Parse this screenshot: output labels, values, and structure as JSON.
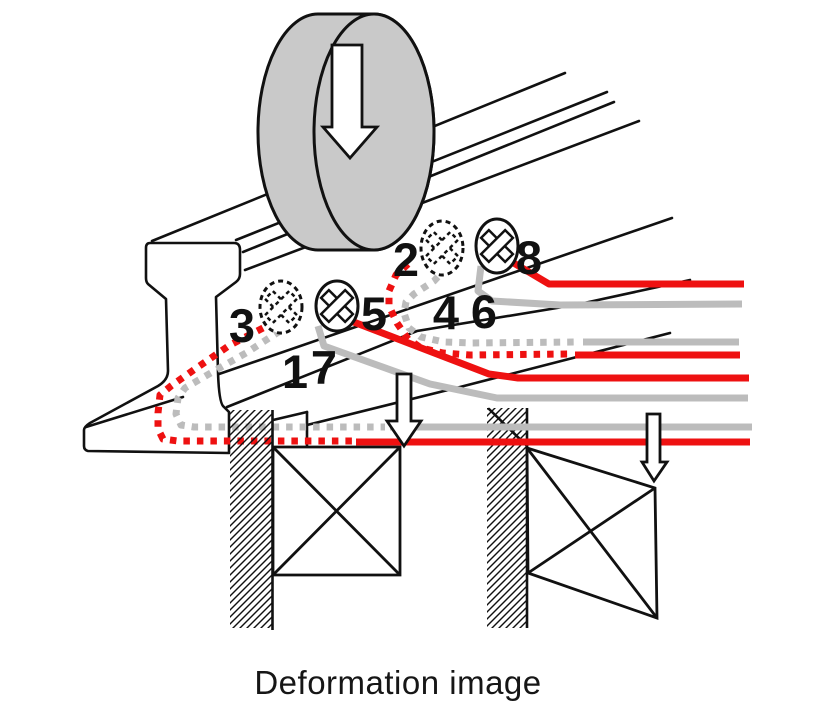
{
  "caption": "Deformation image",
  "points": {
    "p1": "1",
    "p2": "2",
    "p3": "3",
    "p4": "4",
    "p5": "5",
    "p6": "6",
    "p7": "7",
    "p8": "8"
  },
  "colors": {
    "red": "#ee1111",
    "gray": "#bcbcbc",
    "wheel_gray": "#c9c9c9",
    "ink": "#111111",
    "caption_ink": "#161616"
  }
}
